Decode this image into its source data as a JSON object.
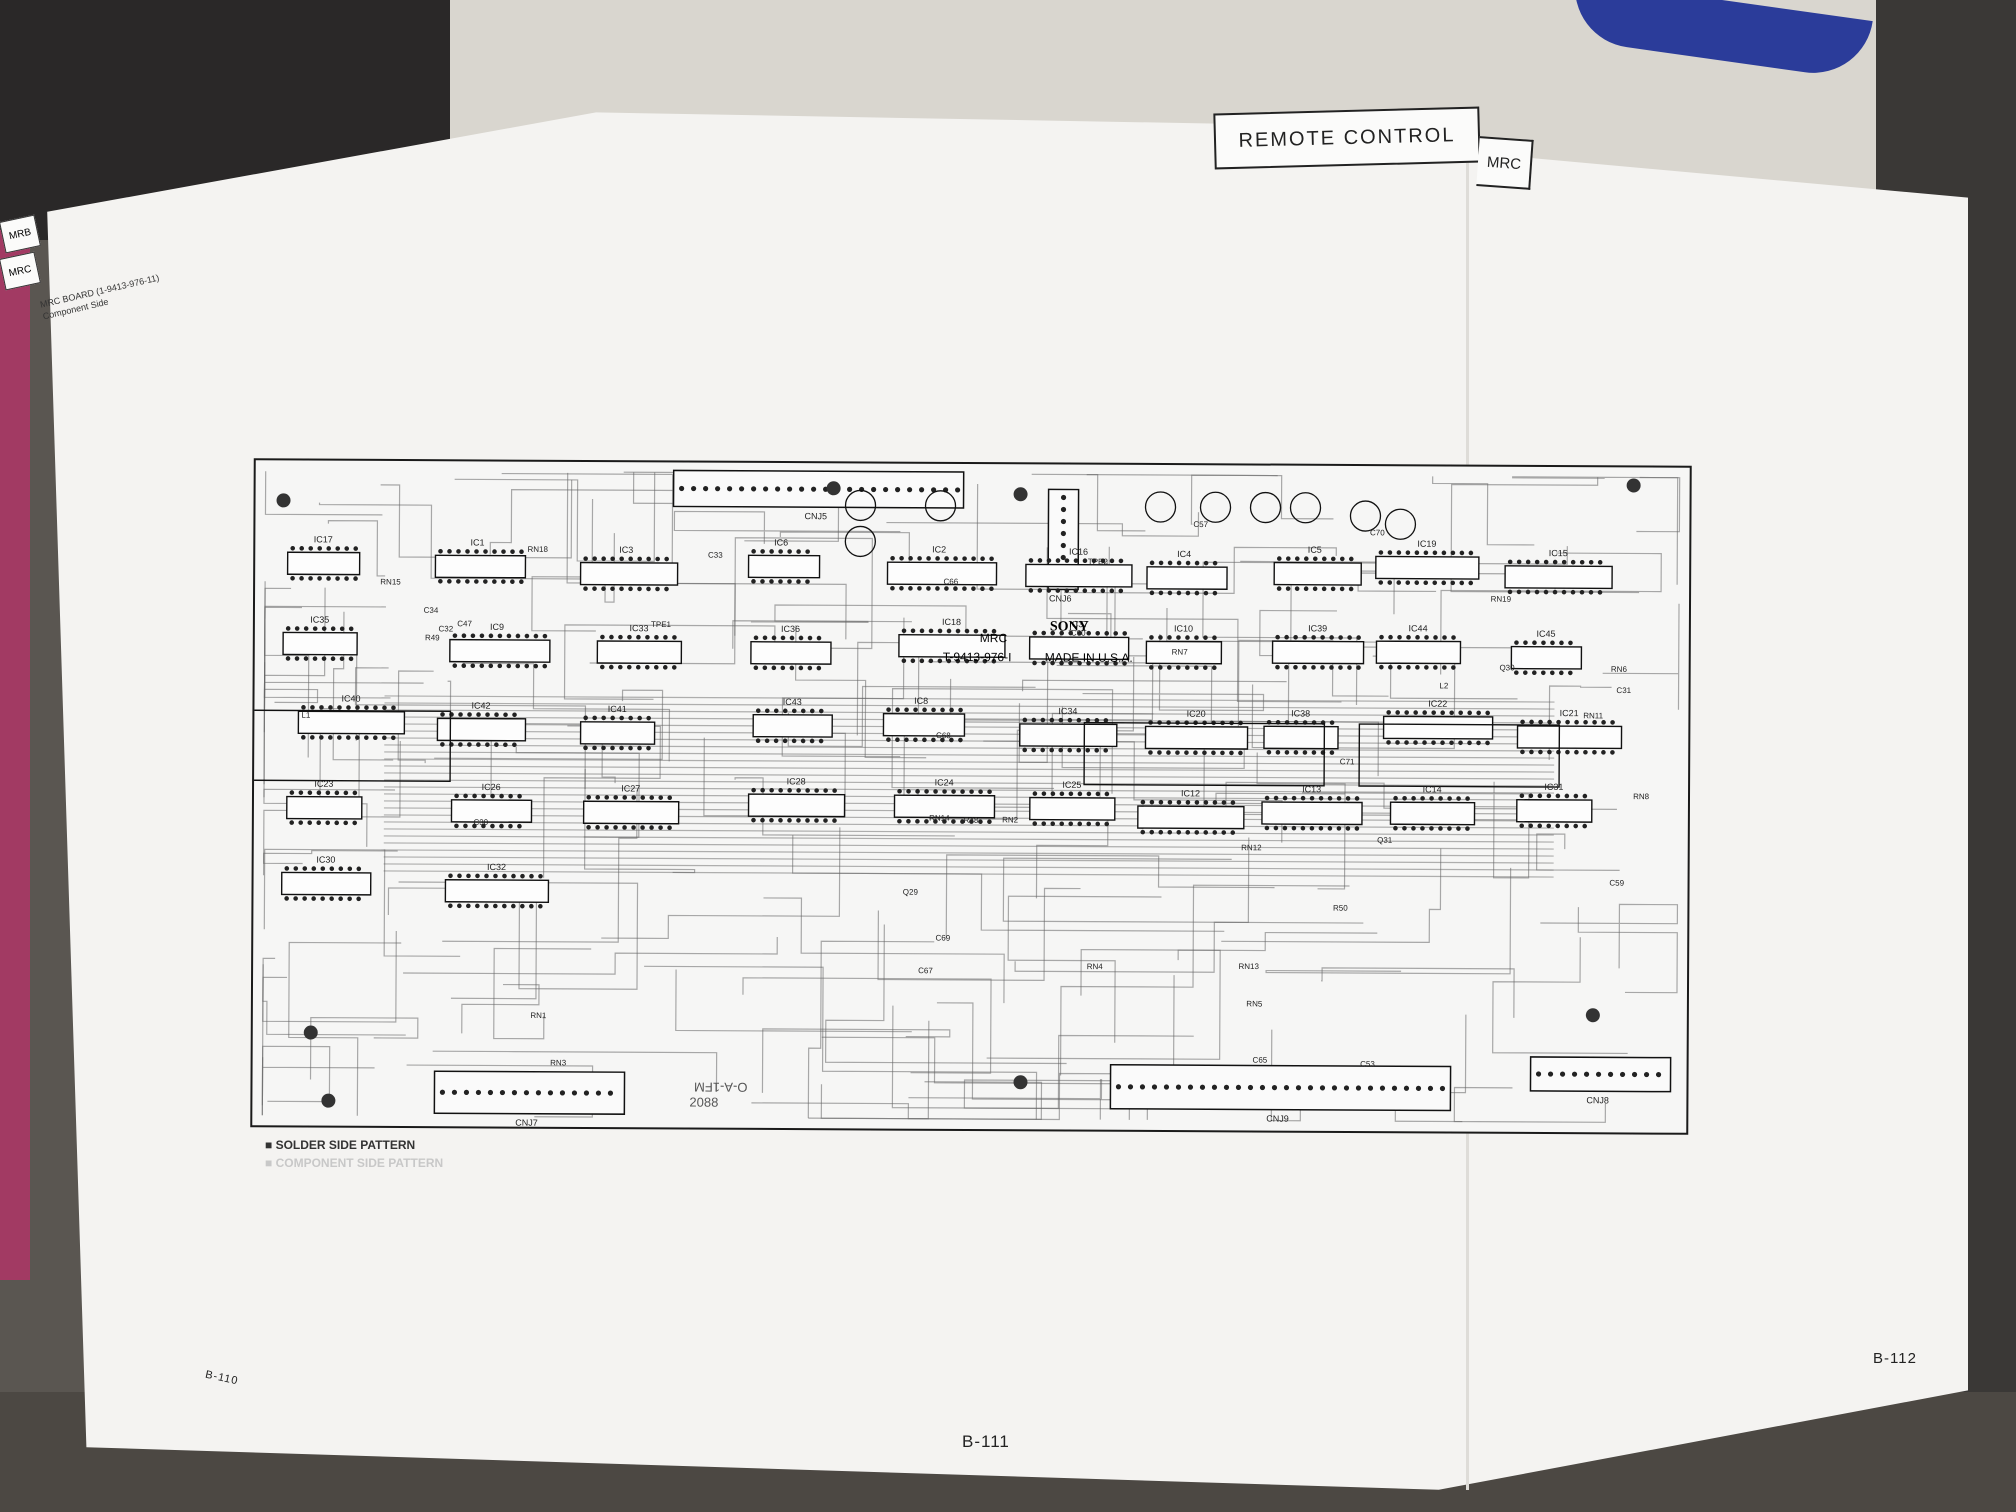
{
  "header": {
    "title": "REMOTE CONTROL",
    "tab": "MRC"
  },
  "side_tabs": [
    "MRB",
    "MRC"
  ],
  "corner_note": [
    "MRC BOARD (1-9413-976-11)",
    "Component Side"
  ],
  "board": {
    "brand": "SONY",
    "name": "MRC",
    "part_number": "T-9413-976-I",
    "origin": "MADE IN U.S.A.",
    "mirror_code": [
      "O-A-1FM",
      "2088"
    ],
    "connectors": [
      "CNJ5",
      "CNJ6",
      "CNJ7",
      "CNJ8",
      "CNJ9"
    ],
    "ics": [
      "IC17",
      "IC1",
      "IC3",
      "IC6",
      "IC2",
      "IC16",
      "IC4",
      "IC5",
      "IC19",
      "IC15",
      "IC35",
      "IC9",
      "IC33",
      "IC36",
      "IC18",
      "IC37",
      "IC10",
      "IC39",
      "IC44",
      "IC45",
      "IC40",
      "IC42",
      "IC41",
      "IC43",
      "IC8",
      "IC34",
      "IC20",
      "IC38",
      "IC22",
      "IC21",
      "IC23",
      "IC26",
      "IC27",
      "IC28",
      "IC24",
      "IC25",
      "IC12",
      "IC13",
      "IC14",
      "IC31",
      "IC30",
      "IC32"
    ],
    "misc_labels": [
      "TPE2",
      "TPE1",
      "L2",
      "L1",
      "C30",
      "C31",
      "C34",
      "C32",
      "C33",
      "RN1",
      "RN2",
      "RN3",
      "RN4",
      "RN5",
      "RN6",
      "RN7",
      "RN8",
      "RN11",
      "RN12",
      "RN13",
      "RN14",
      "RN15",
      "RN18",
      "RN19",
      "R49",
      "R50",
      "R48",
      "C47",
      "C53",
      "C57",
      "C68",
      "C60",
      "C65",
      "C66",
      "C67",
      "C59",
      "C69",
      "C70",
      "C71",
      "Q31",
      "Q30",
      "Q29"
    ]
  },
  "legend": {
    "solder": "SOLDER SIDE PATTERN",
    "component": "COMPONENT SIDE PATTERN"
  },
  "page_numbers": {
    "left": "B-110",
    "center": "B-111",
    "right": "B-112"
  },
  "colors": {
    "paper": "#f4f3f1",
    "ink": "#1a1a1a",
    "trace": "#555555"
  }
}
